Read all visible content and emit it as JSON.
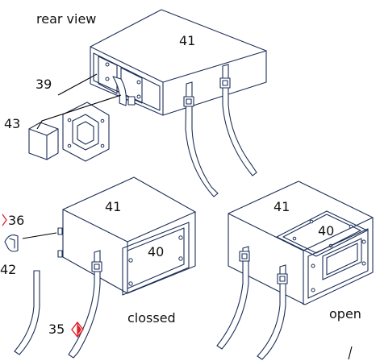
{
  "labels": {
    "view_rear": "rear view",
    "view_closed": "clossed",
    "view_open": "open",
    "part_41_top": "41",
    "part_41_left": "41",
    "part_41_right": "41",
    "part_39": "39",
    "part_43": "43",
    "part_36": "36",
    "part_42": "42",
    "part_40_closed": "40",
    "part_40_open": "40",
    "part_35": "35"
  },
  "colors": {
    "line": "#1c2f58",
    "warning": "#e0202a",
    "text": "#111111"
  },
  "icons": {
    "warning_symbol": "hazard-diamond-icon"
  }
}
